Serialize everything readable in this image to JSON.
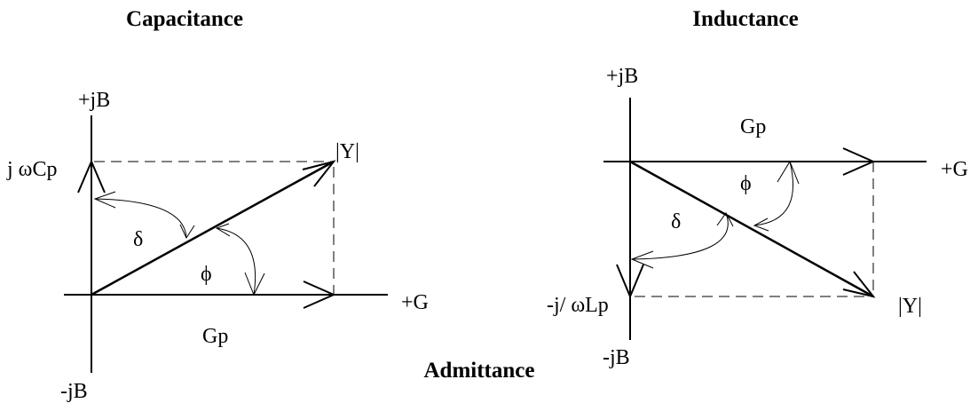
{
  "headings": {
    "capacitance": "Capacitance",
    "inductance": "Inductance",
    "admittance": "Admittance"
  },
  "capacitance_diagram": {
    "pos_imag_axis": "+jB",
    "neg_imag_axis": "-jB",
    "real_axis": "+G",
    "susceptance_label": "j ωCp",
    "conductance_label": "Gp",
    "magnitude_label": "|Y|",
    "delta_label": "δ",
    "phi_label": "ϕ"
  },
  "inductance_diagram": {
    "pos_imag_axis": "+jB",
    "neg_imag_axis": "-jB",
    "real_axis": "+G",
    "susceptance_label": "-j/ ωLp",
    "conductance_label": "Gp",
    "magnitude_label": "|Y|",
    "delta_label": "δ",
    "phi_label": "ϕ"
  }
}
